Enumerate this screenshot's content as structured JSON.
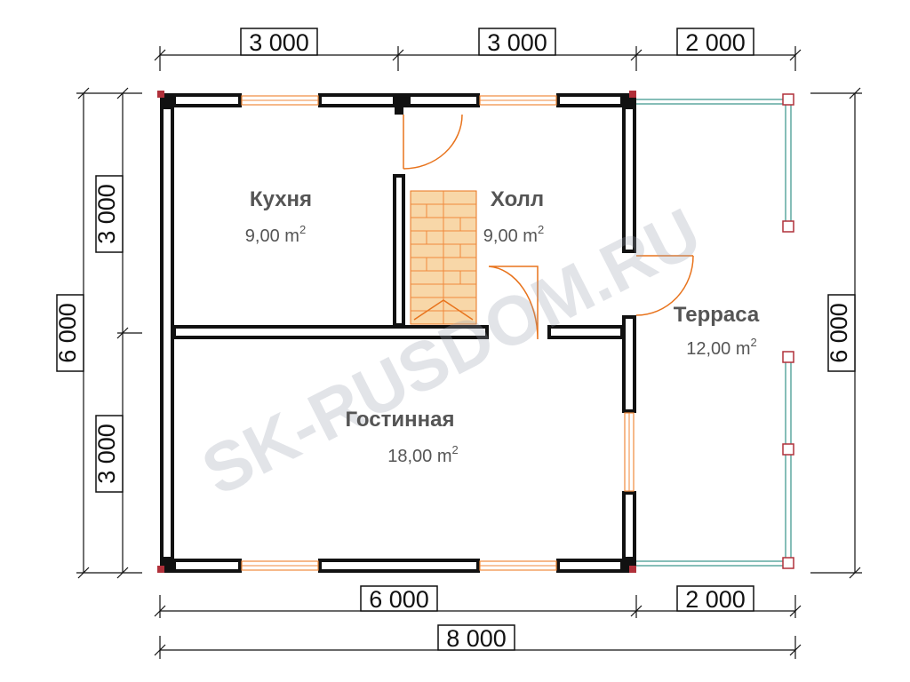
{
  "dimensions": {
    "top": [
      "3 000",
      "3 000",
      "2 000"
    ],
    "bottom_inner": [
      "6 000",
      "2 000"
    ],
    "bottom_total": "8 000",
    "left_outer": "6 000",
    "left_inner": [
      "3 000",
      "3 000"
    ],
    "right": "6 000"
  },
  "rooms": {
    "kitchen": {
      "name": "Кухня",
      "area": "9,00 m",
      "sup": "2"
    },
    "hall": {
      "name": "Холл",
      "area": "9,00 m",
      "sup": "2"
    },
    "terrace": {
      "name": "Терраса",
      "area": "12,00 m",
      "sup": "2"
    },
    "living": {
      "name": "Гостинная",
      "area": "18,00 m",
      "sup": "2"
    }
  },
  "watermark": "SK-RUSDOM.RU",
  "colors": {
    "wall": "#111111",
    "window": "#f08a3c",
    "door": "#e8731c",
    "terrace_rail": "#5fa8a0",
    "post": "#b0303a",
    "stair": "#f8d7a8",
    "text": "#555555"
  }
}
